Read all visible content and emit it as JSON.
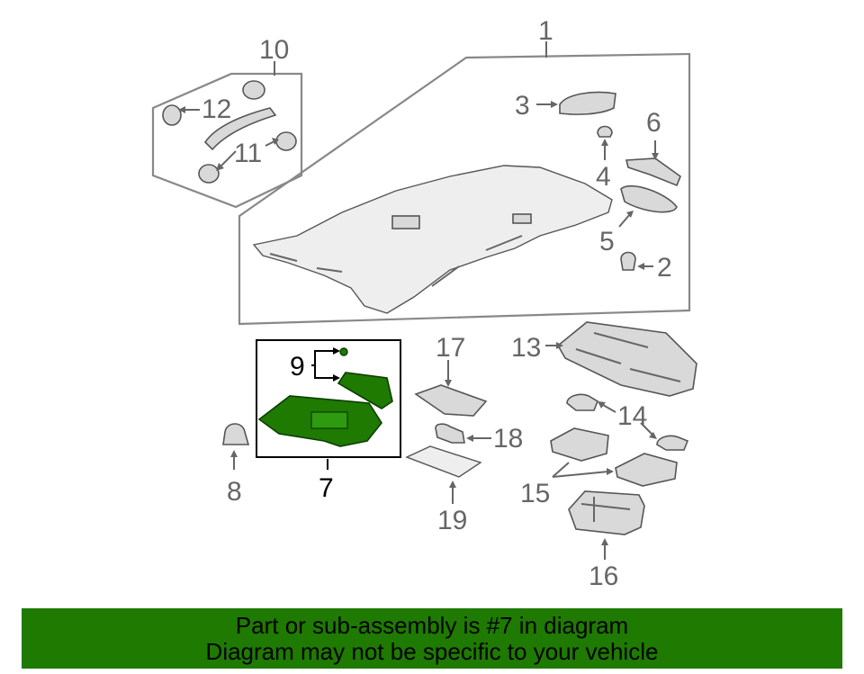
{
  "colors": {
    "highlight": "#1e7a00",
    "banner": "#1e7a00",
    "line": "#666666",
    "part": "#d9d9d9"
  },
  "callouts": {
    "c1": "1",
    "c2": "2",
    "c3": "3",
    "c4": "4",
    "c5": "5",
    "c6": "6",
    "c7": "7",
    "c8": "8",
    "c9": "9",
    "c10": "10",
    "c11": "11",
    "c12": "12",
    "c13": "13",
    "c14": "14",
    "c15": "15",
    "c16": "16",
    "c17": "17",
    "c18": "18",
    "c19": "19"
  },
  "banner": {
    "line1": "Part or sub-assembly is #7 in diagram",
    "line2": "Diagram may not be specific to your vehicle"
  }
}
